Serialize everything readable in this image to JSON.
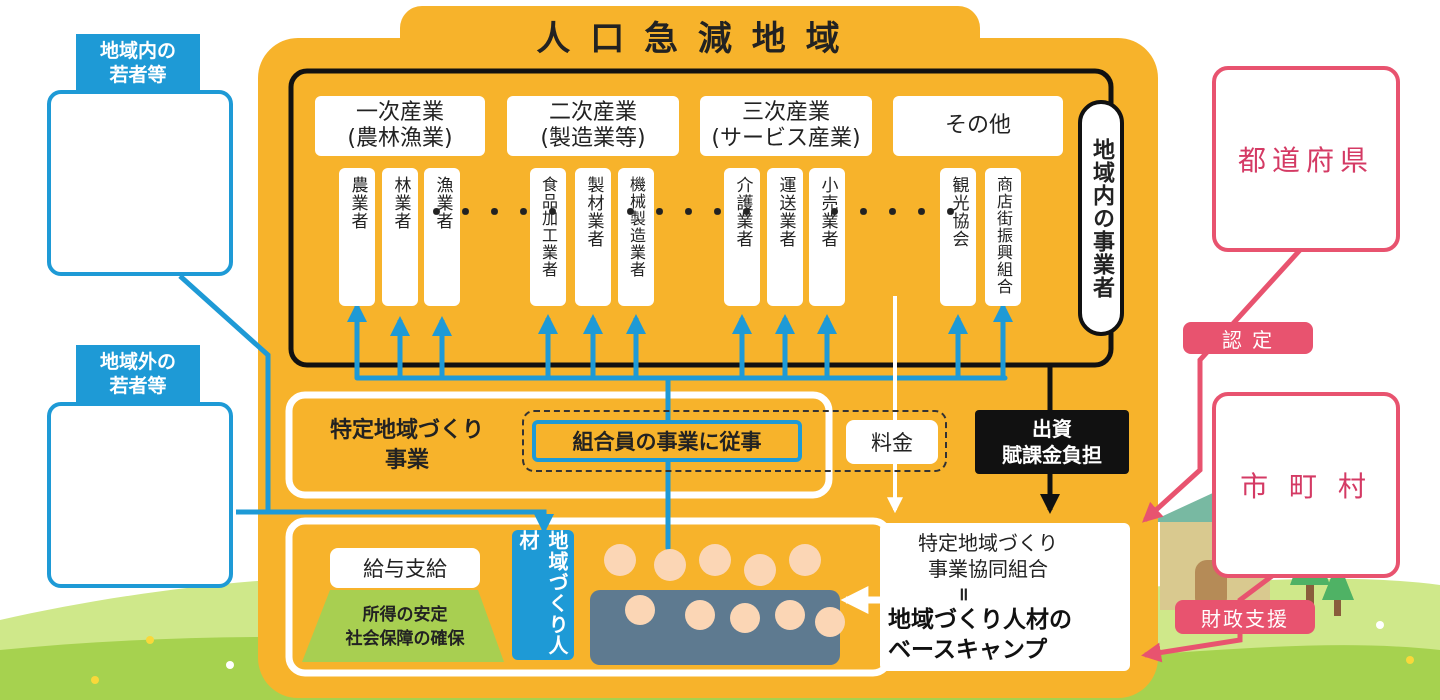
{
  "title": "人 口 急 減 地 域",
  "industries": [
    {
      "label": "一次産業\n(農林漁業)",
      "businesses": [
        "農業者",
        "林業者",
        "漁業者"
      ]
    },
    {
      "label": "二次産業\n(製造業等)",
      "businesses": [
        "食品加工業者",
        "製材業者",
        "機械製造業者"
      ]
    },
    {
      "label": "三次産業\n(サービス産業)",
      "businesses": [
        "介護業者",
        "運送業者",
        "小売業者"
      ]
    },
    {
      "label": "その他",
      "businesses": [
        "観光協会",
        "商店街振興組合"
      ]
    }
  ],
  "ellipsis": "・・・・・",
  "local_businesses_label": "地域内の事業者",
  "project": {
    "name": "特定地域づくり\n事業",
    "work": "組合員の事業に従事",
    "fee": "料金"
  },
  "investment": "出資\n賦課金負担",
  "salary": "給与支給",
  "security": "所得の安定\n社会保障の確保",
  "talent_label": "地域づくり人材",
  "cooperative": {
    "line1": "特定地域づくり\n事業協同組合",
    "equals": "॥",
    "line2": "地域づくり人材の\nベースキャンプ"
  },
  "youth_inside": "地域内の\n若者等",
  "youth_outside": "地域外の\n若者等",
  "prefecture": "都道府県",
  "certification": "認 定",
  "municipality": "市 町 村",
  "financial_support": "財政支援",
  "colors": {
    "orange": "#f7b32b",
    "blue": "#1e9ad6",
    "pink": "#e8536f",
    "black": "#111111",
    "grass": "#9fd04a"
  }
}
